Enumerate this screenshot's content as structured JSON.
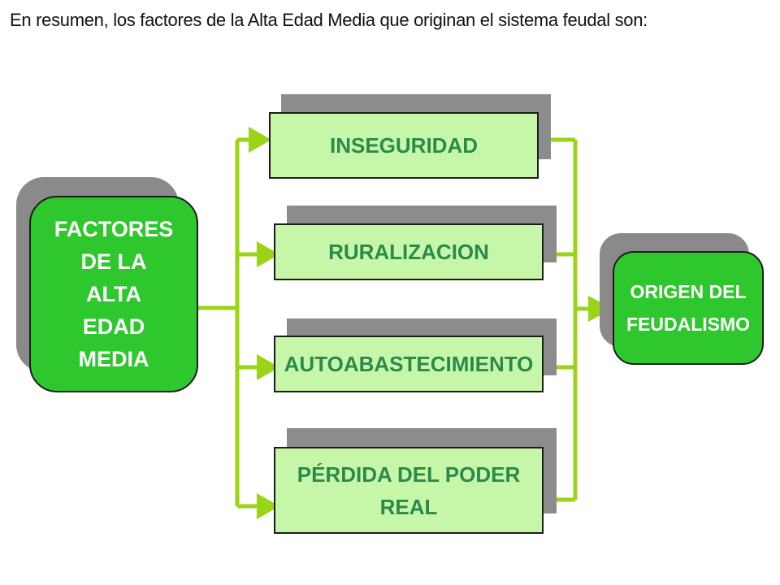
{
  "intro_text": "En resumen, los factores de la Alta Edad Media que originan el sistema feudal son:",
  "source_box": {
    "lines": [
      "FACTORES",
      "DE LA",
      "ALTA",
      "EDAD",
      "MEDIA"
    ]
  },
  "factors": [
    {
      "lines": [
        "INSEGURIDAD"
      ]
    },
    {
      "lines": [
        "RURALIZACION"
      ]
    },
    {
      "lines": [
        "AUTOABASTECIMIENTO"
      ]
    },
    {
      "lines": [
        "PÉRDIDA DEL PODER",
        "REAL"
      ]
    }
  ],
  "result_box": {
    "lines": [
      "ORIGEN DEL",
      "FEUDALISMO"
    ]
  },
  "colors": {
    "connector": "#9ad417",
    "main_box": "#2ec82e",
    "factor_box": "#c6f7a9",
    "factor_text": "#2a8a4c",
    "shadow": "#8c8c8c"
  }
}
